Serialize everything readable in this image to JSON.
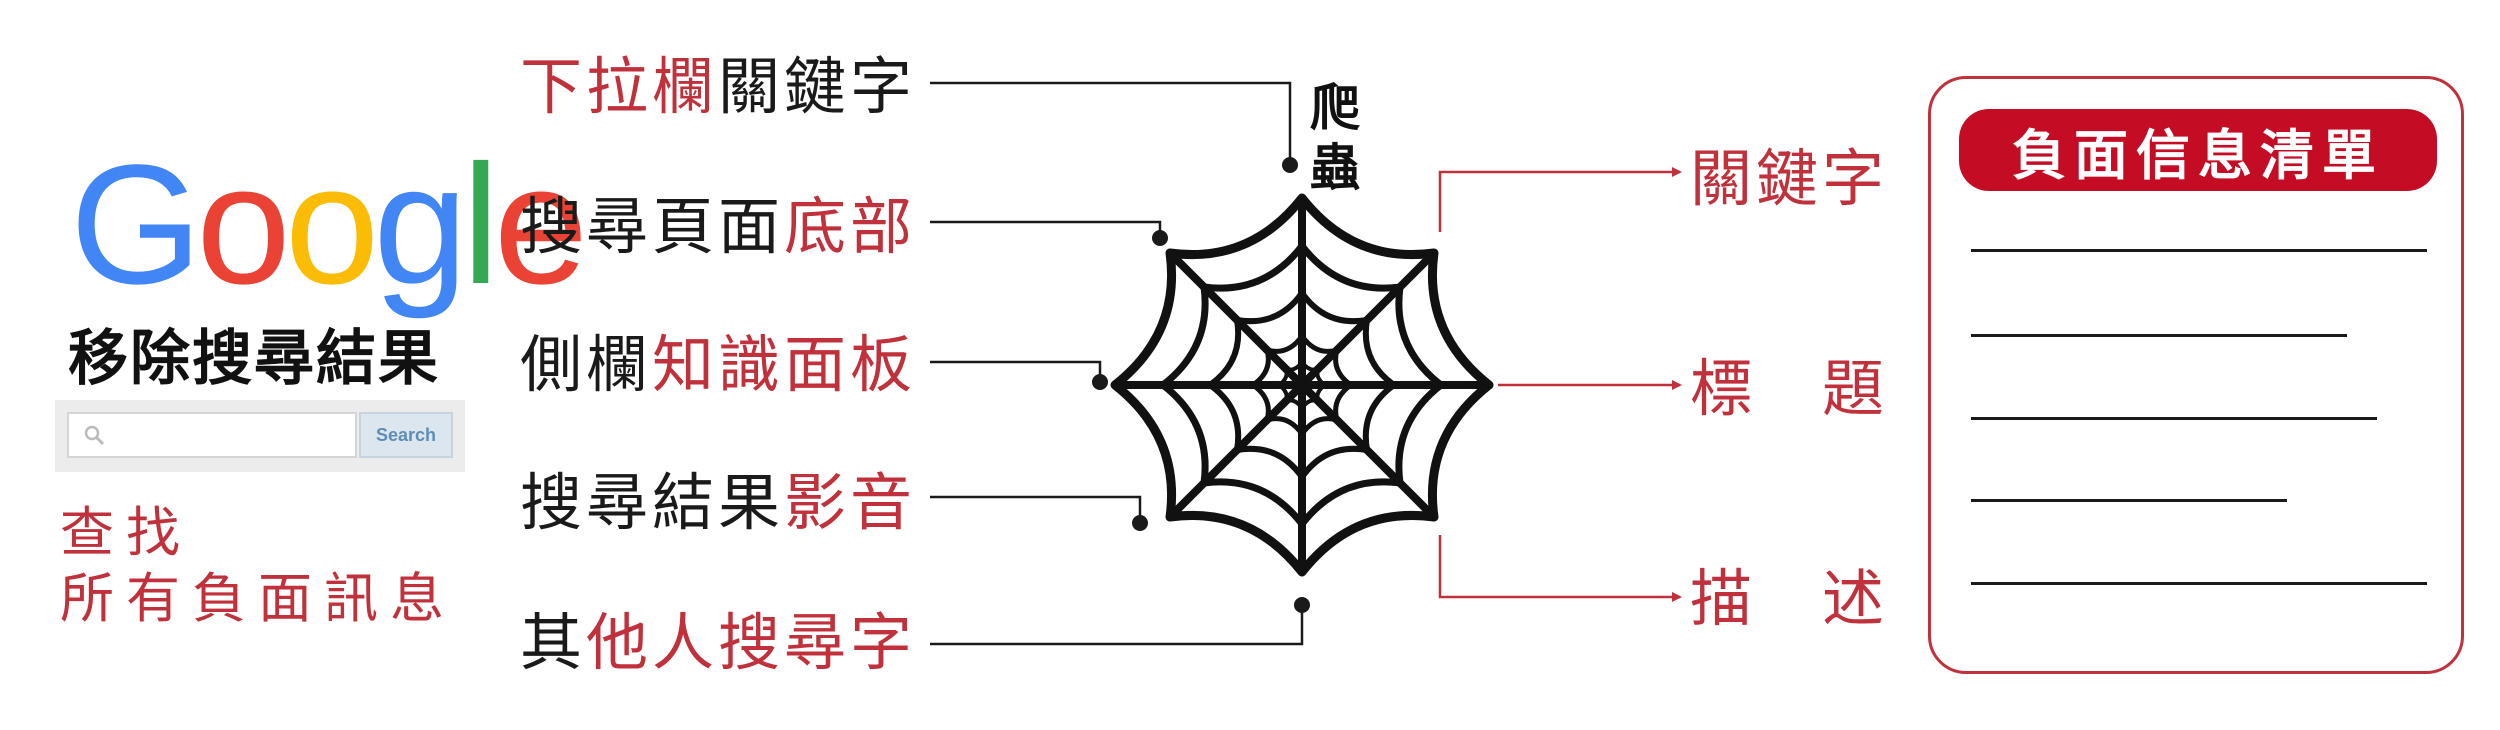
{
  "google": {
    "logo_letters": [
      "G",
      "o",
      "o",
      "g",
      "l",
      "e"
    ],
    "heading": "移除搜尋結果",
    "search_button": "Search",
    "find_line1": "查找",
    "find_line2": "所有負面訊息"
  },
  "left_labels": [
    {
      "black": "",
      "red": "下拉欄",
      "black2": "關鍵字"
    },
    {
      "black": "搜尋頁面",
      "red": "底部",
      "black2": ""
    },
    {
      "black": "側欄",
      "red": "知識面板",
      "black2": ""
    },
    {
      "black": "搜尋結果",
      "red": "影音",
      "black2": ""
    },
    {
      "black": "其",
      "red": "他人搜尋字",
      "black2": ""
    }
  ],
  "crawler": {
    "line1": "爬",
    "line2": "蟲"
  },
  "right_labels": [
    "關鍵字",
    "標　題",
    "描　述"
  ],
  "panel": {
    "title": "負面信息清單",
    "line_count": 5
  },
  "colors": {
    "accent_red": "#c0313b",
    "title_red": "#c40d25",
    "text_dark": "#1a1a1a"
  }
}
